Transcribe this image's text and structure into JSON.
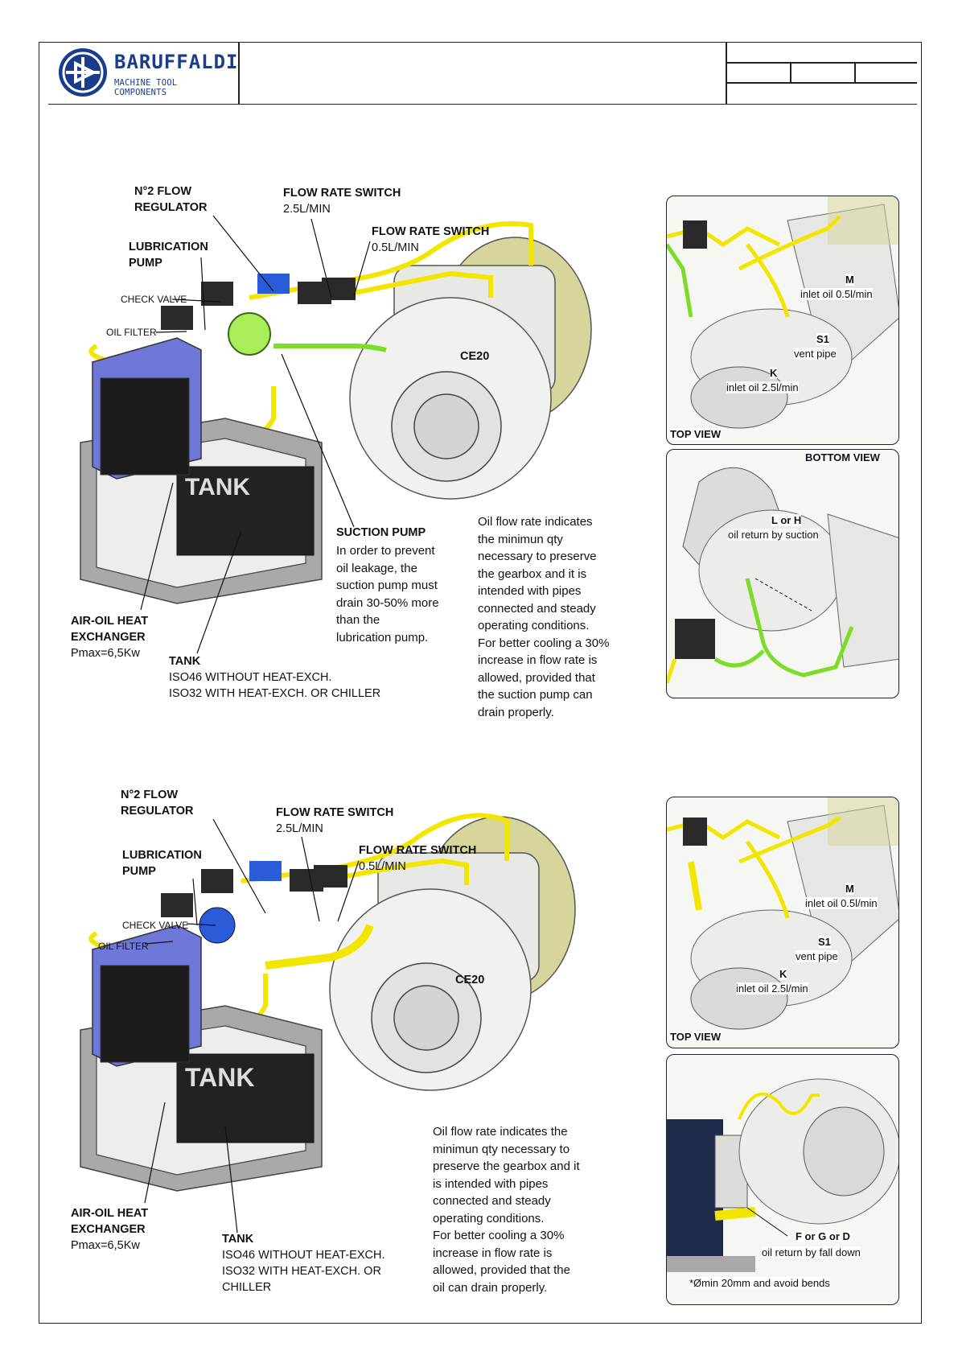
{
  "header": {
    "brand": "BARUFFALDI",
    "tagline": "MACHINE TOOL COMPONENTS"
  },
  "diagram_top": {
    "regulator_1": "N°2 FLOW",
    "regulator_2": "REGULATOR",
    "switch1_title": "FLOW RATE SWITCH",
    "switch1_rate": "2.5L/MIN",
    "switch2_title": "FLOW RATE SWITCH",
    "switch2_rate": "0.5L/MIN",
    "lub_pump_1": "LUBRICATION",
    "lub_pump_2": "PUMP",
    "check_valve": "CHECK VALVE",
    "oil_filter": "OIL FILTER",
    "motor": "CE20",
    "suction_title": "SUCTION PUMP",
    "suction_text": "In order to prevent\noil leakage, the\nsuction pump must\ndrain 30-50%  more\nthan the\nlubrication pump.",
    "flow_text": "Oil flow rate indicates\nthe minimun qty\nnecessary to preserve\nthe gearbox and it is\nintended with pipes\nconnected and steady\noperating conditions.\nFor better cooling a 30%\nincrease in flow rate is\nallowed, provided that\nthe suction pump can\ndrain properly.",
    "exch_1": "AIR-OIL HEAT",
    "exch_2": "EXCHANGER",
    "exch_power": "Pmax=6,5Kw",
    "tank_title": "TANK",
    "tank_line1": "ISO46 WITHOUT HEAT-EXCH.",
    "tank_line2": "ISO32 WITH HEAT-EXCH. OR CHILLER",
    "tank_word": "TANK"
  },
  "top_view_1": {
    "caption": "TOP VIEW",
    "m": "M",
    "m_text": "inlet oil 0.5l/min",
    "s1": "S1",
    "s1_text": "vent pipe",
    "k": "K",
    "k_text": "inlet oil 2.5l/min"
  },
  "bottom_view": {
    "caption": "BOTTOM VIEW",
    "lh": "L or H",
    "lh_text": "oil return by suction"
  },
  "diagram_bottom": {
    "regulator_1": "N°2 FLOW",
    "regulator_2": "REGULATOR",
    "switch1_title": "FLOW RATE SWITCH",
    "switch1_rate": "2.5L/MIN",
    "switch2_title": "FLOW RATE SWITCH",
    "switch2_rate": "0.5L/MIN",
    "lub_pump_1": "LUBRICATION",
    "lub_pump_2": "PUMP",
    "check_valve": "CHECK VALVE",
    "oil_filter": "OIL FILTER",
    "motor": "CE20",
    "flow_text": "Oil flow rate indicates the\nminimun qty necessary to\npreserve the gearbox and it\nis intended with pipes\nconnected and steady\noperating conditions.\nFor better cooling a 30%\nincrease in flow rate is\nallowed, provided that the\noil can drain properly.",
    "exch_1": "AIR-OIL HEAT",
    "exch_2": "EXCHANGER",
    "exch_power": "Pmax=6,5Kw",
    "tank_title": "TANK",
    "tank_line1": "ISO46 WITHOUT HEAT-EXCH.",
    "tank_line2": "ISO32 WITH HEAT-EXCH. OR",
    "tank_line3": "CHILLER",
    "tank_word": "TANK"
  },
  "top_view_2": {
    "caption": "TOP VIEW",
    "m": "M",
    "m_text": "inlet oil 0.5l/min",
    "s1": "S1",
    "s1_text": "vent pipe",
    "k": "K",
    "k_text": "inlet oil 2.5l/min"
  },
  "side_view": {
    "fgd": "F or G or D",
    "fgd_text": "oil return by fall down",
    "note": "*Ømin 20mm and avoid bends"
  },
  "colors": {
    "pipe_yellow": "#f2e600",
    "pipe_green": "#7ddc2a",
    "pump_green": "#a9ee5a",
    "exchanger_blue": "#6f78d8",
    "motor_olive": "#d6d59c",
    "frame_grey": "#a9a9a9",
    "brand_blue": "#1a3c8c"
  }
}
